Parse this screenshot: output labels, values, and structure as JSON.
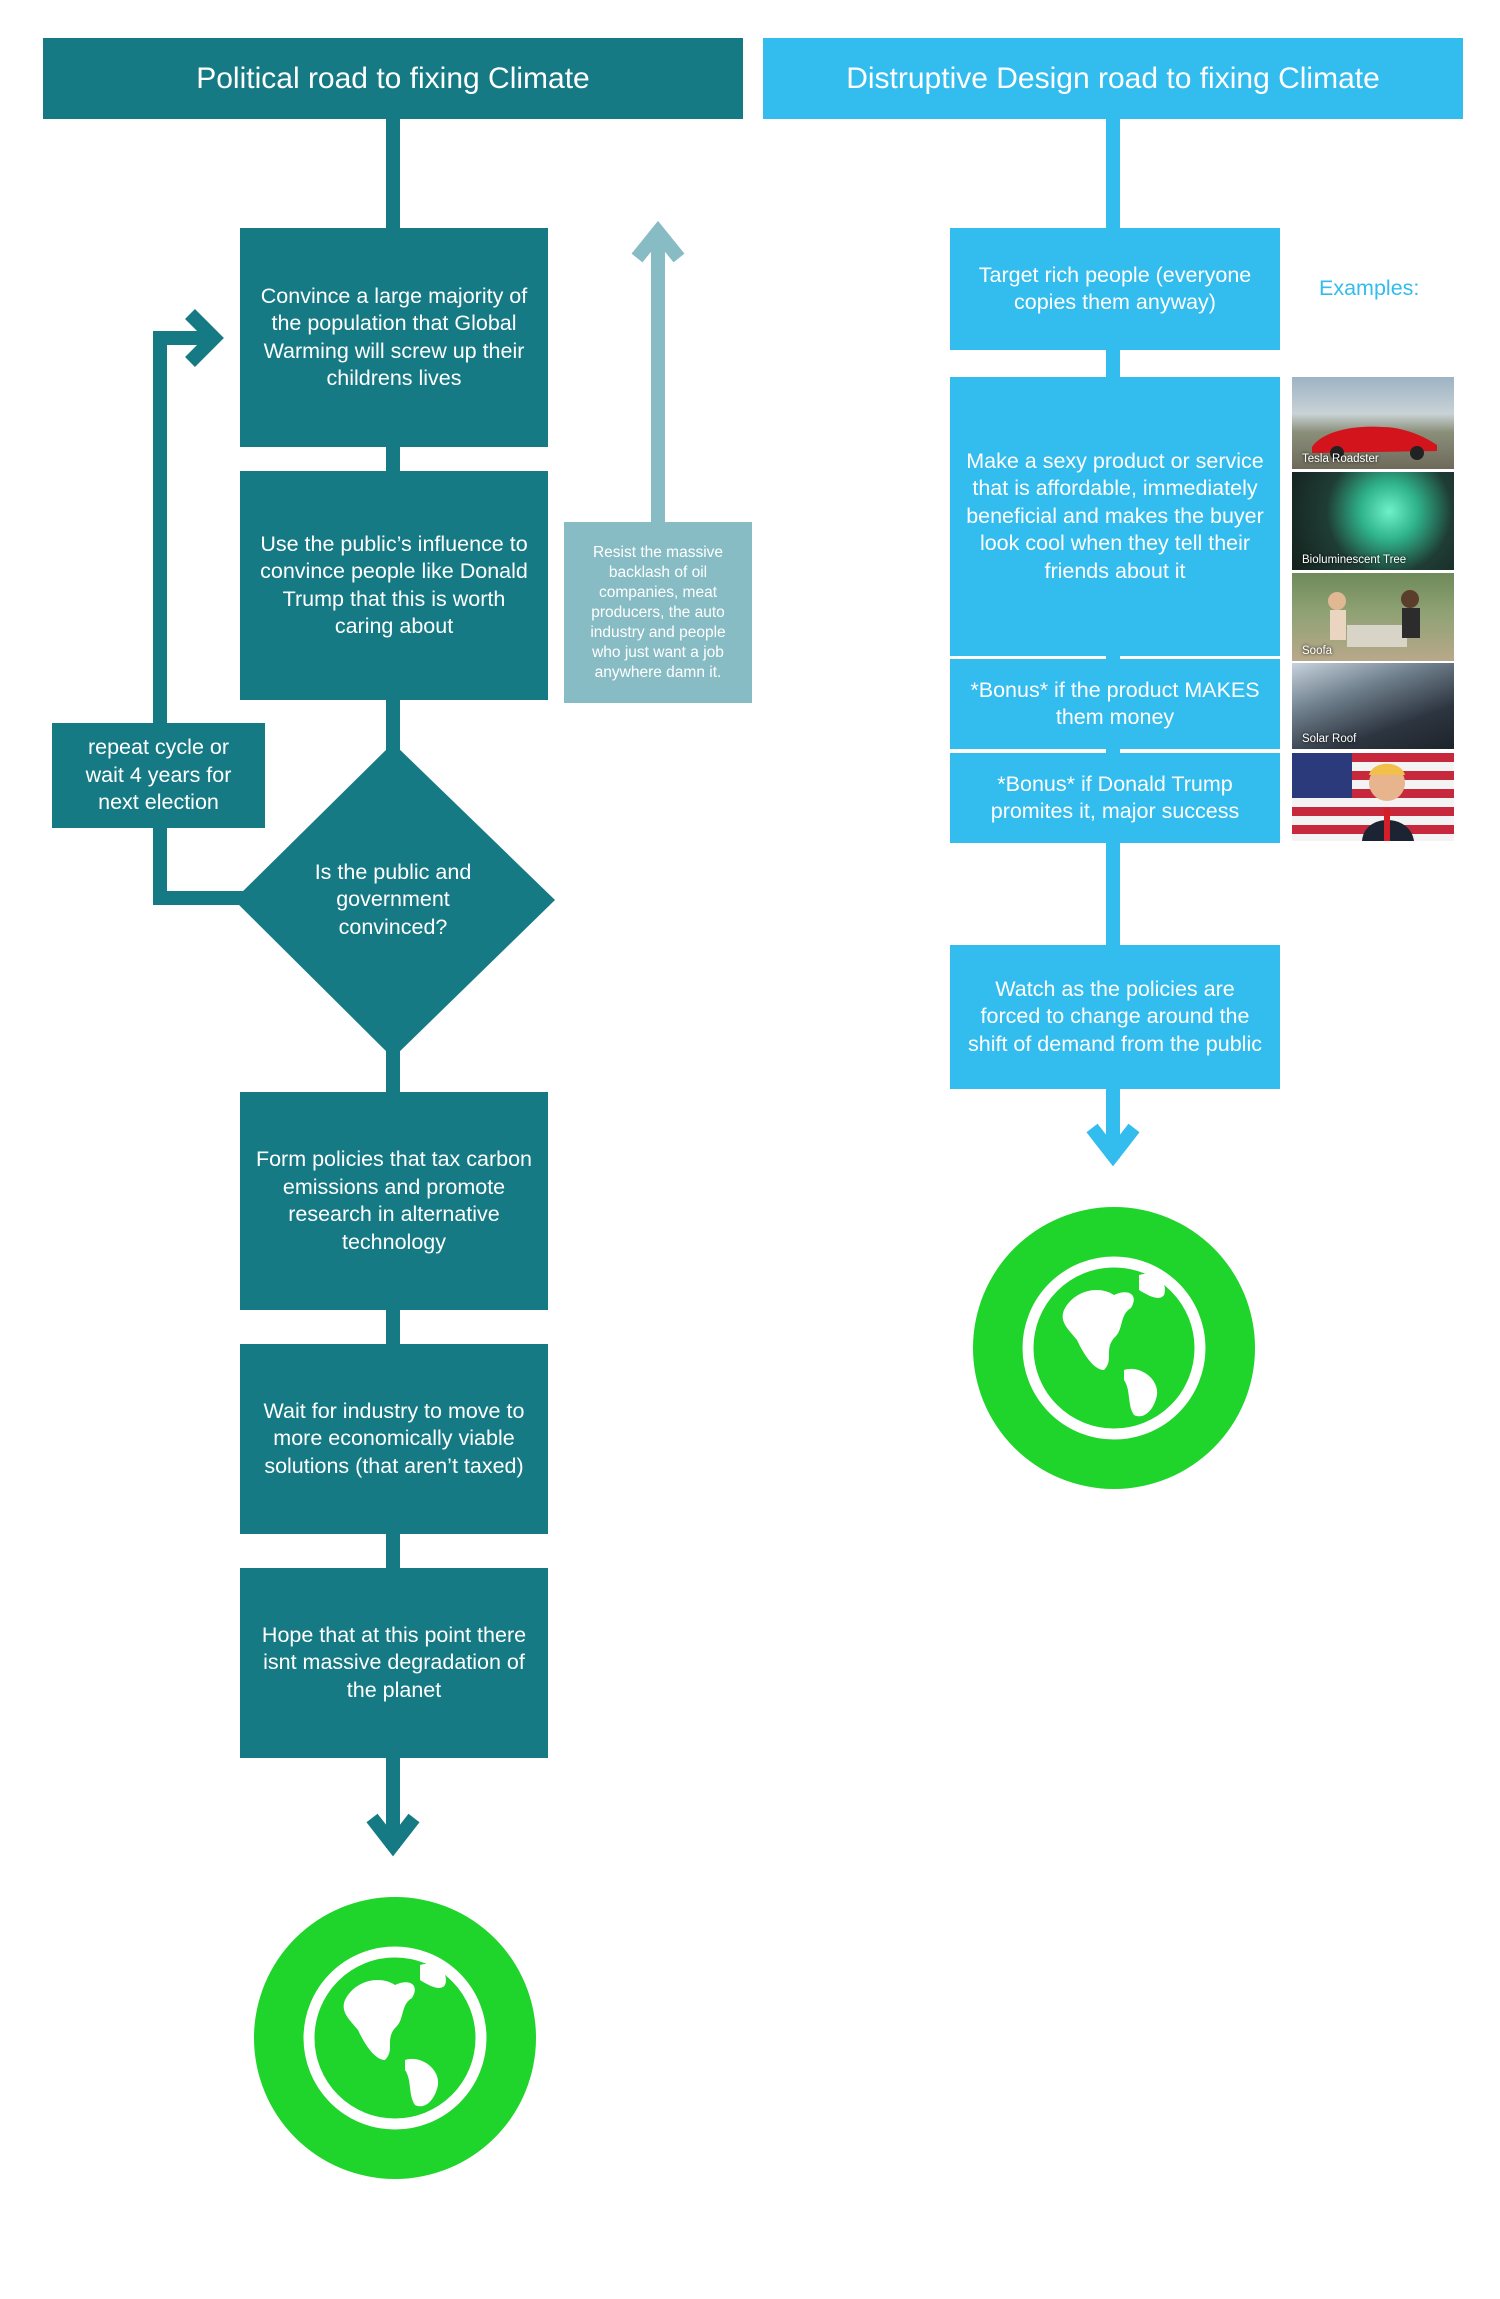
{
  "colors": {
    "political": "#167a85",
    "disruptive": "#33bcee",
    "backlash": "#88bcc4",
    "earth": "#1fd42a"
  },
  "political": {
    "header": "Political road to fixing Climate",
    "step1": "Convince a large majority of the population that Global Warming will screw up their childrens lives",
    "step2": "Use the public’s influence to convince people like Donald Trump that this is worth caring about",
    "backlash": "Resist the massive backlash of oil companies, meat producers, the auto industry and people who just want a job anywhere damn it.",
    "repeat": "repeat cycle or wait 4 years for next election",
    "decision": "Is the public and government convinced?",
    "step3": "Form policies that tax carbon emissions and promote research in alternative technology",
    "step4": "Wait for industry to move to more economically viable solutions (that aren’t taxed)",
    "step5": "Hope that at this point there isnt massive degradation of the planet",
    "end_icon": "earth-globe-icon"
  },
  "disruptive": {
    "header": "Distruptive Design road to fixing Climate",
    "step1": "Target rich people (everyone copies them anyway)",
    "step2": "Make a sexy product or service that is affordable, immediately beneficial and makes the buyer look cool when they tell their friends about it",
    "bonus1": "*Bonus* if the product MAKES them money",
    "bonus2": "*Bonus* if Donald Trump promites it, major success",
    "step3": "Watch as the policies are forced to change around the shift of demand from the public",
    "examples_label": "Examples:",
    "examples": [
      {
        "label": "Tesla Roadster",
        "icon": "sports-car-photo"
      },
      {
        "label": "Bioluminescent Tree",
        "icon": "glowing-tree-photo"
      },
      {
        "label": "Soofa",
        "icon": "smart-bench-photo"
      },
      {
        "label": "Solar Roof",
        "icon": "solar-roof-photo"
      },
      {
        "label": "",
        "icon": "trump-flag-photo"
      }
    ],
    "end_icon": "earth-globe-icon"
  }
}
